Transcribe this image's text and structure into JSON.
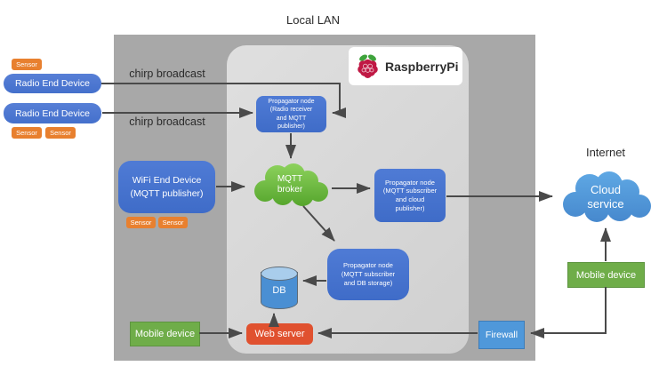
{
  "title": "Local LAN",
  "internet_label": "Internet",
  "raspberry_label": "RaspberryPi",
  "chirp_labels": [
    "chirp broadcast",
    "chirp broadcast"
  ],
  "nodes": {
    "radio_end_device_1": "Radio End Device",
    "radio_end_device_2": "Radio End Device",
    "wifi_end_device": "WiFi End Device\n(MQTT publisher)",
    "propagator_radio": "Propagator node\n(Radio receiver\nand MQTT\npublisher)",
    "mqtt_broker": "MQTT\nbroker",
    "propagator_cloud": "Propagator node\n(MQTT subscriber\nand cloud\npublisher)",
    "propagator_db": "Propagator node\n(MQTT subscriber\nand DB storage)",
    "db": "DB",
    "web_server": "Web server",
    "mobile_device_lan": "Mobile device",
    "mobile_device_internet": "Mobile device",
    "firewall": "Firewall",
    "cloud_service": "Cloud\nservice"
  },
  "sensors": [
    "Sensor",
    "Sensor",
    "Sensor",
    "Sensor",
    "Sensor"
  ],
  "colors": {
    "node_blue": "#4673cf",
    "sensor_orange": "#e8802f",
    "broker_green": "#6abe3e",
    "device_green": "#6fad49",
    "web_server_red": "#e0512f",
    "firewall_blue": "#4f98da",
    "db_blue": "#4a8fd3",
    "cloud_blue": "#549dde",
    "arrow_gray": "#4a4a4a",
    "lan_gray": "#a8a8a8",
    "pi_gray": "#d8d8d8"
  }
}
